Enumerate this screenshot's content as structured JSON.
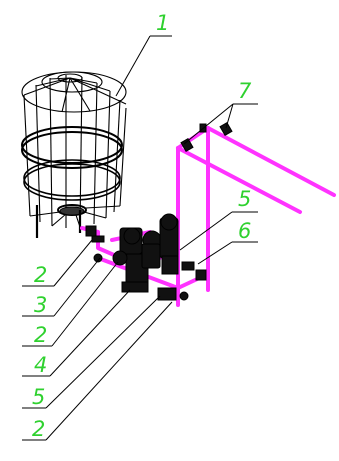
{
  "callouts": [
    {
      "id": "1",
      "text": "1"
    },
    {
      "id": "7",
      "text": "7"
    },
    {
      "id": "5a",
      "text": "5"
    },
    {
      "id": "6",
      "text": "6"
    },
    {
      "id": "2a",
      "text": "2"
    },
    {
      "id": "3",
      "text": "3"
    },
    {
      "id": "2b",
      "text": "2"
    },
    {
      "id": "4",
      "text": "4"
    },
    {
      "id": "5b",
      "text": "5"
    },
    {
      "id": "2c",
      "text": "2"
    }
  ],
  "colors": {
    "label": "#2fd12f",
    "pipe": "#ff33ff",
    "line": "#000000",
    "background": "#ffffff"
  }
}
